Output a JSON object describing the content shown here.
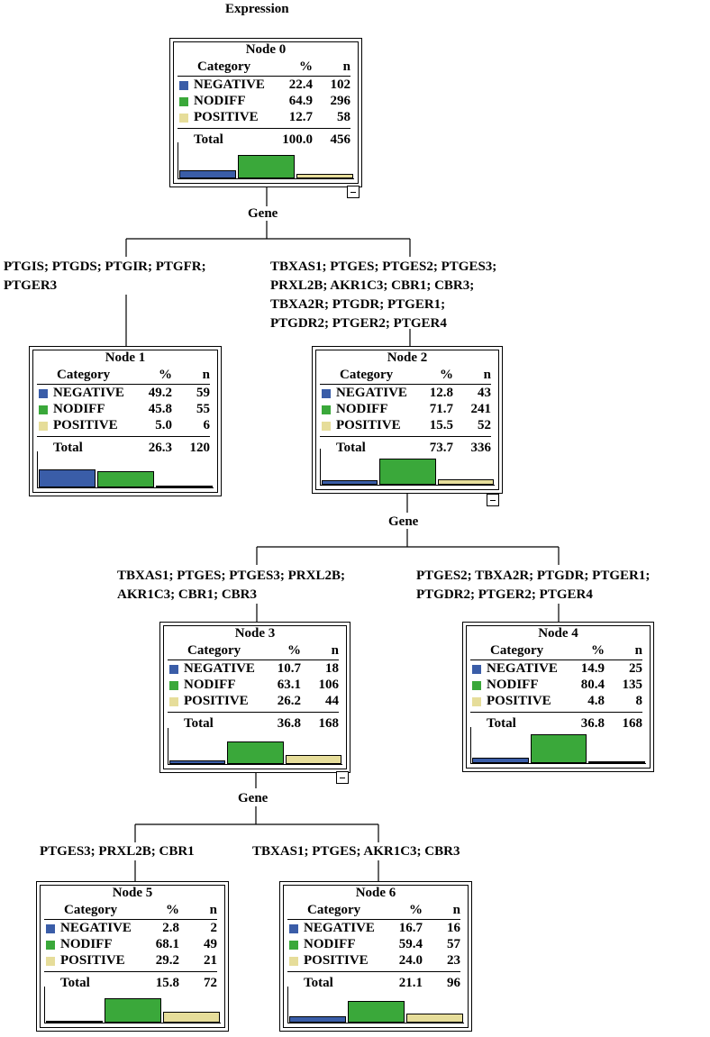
{
  "title": "Expression",
  "split_label": "Gene",
  "colors": {
    "NEGATIVE": "#3a5da8",
    "NODIFF": "#3aa83a",
    "POSITIVE": "#e6dd9a"
  },
  "header": {
    "category": "Category",
    "pct": "%",
    "n": "n"
  },
  "nodes": {
    "n0": {
      "title": "Node 0",
      "rows": [
        {
          "cat": "NEGATIVE",
          "pct": "22.4",
          "n": "102"
        },
        {
          "cat": "NODIFF",
          "pct": "64.9",
          "n": "296"
        },
        {
          "cat": "POSITIVE",
          "pct": "12.7",
          "n": "58"
        }
      ],
      "total": {
        "label": "Total",
        "pct": "100.0",
        "n": "456"
      }
    },
    "n1": {
      "title": "Node 1",
      "rows": [
        {
          "cat": "NEGATIVE",
          "pct": "49.2",
          "n": "59"
        },
        {
          "cat": "NODIFF",
          "pct": "45.8",
          "n": "55"
        },
        {
          "cat": "POSITIVE",
          "pct": "5.0",
          "n": "6"
        }
      ],
      "total": {
        "label": "Total",
        "pct": "26.3",
        "n": "120"
      }
    },
    "n2": {
      "title": "Node 2",
      "rows": [
        {
          "cat": "NEGATIVE",
          "pct": "12.8",
          "n": "43"
        },
        {
          "cat": "NODIFF",
          "pct": "71.7",
          "n": "241"
        },
        {
          "cat": "POSITIVE",
          "pct": "15.5",
          "n": "52"
        }
      ],
      "total": {
        "label": "Total",
        "pct": "73.7",
        "n": "336"
      }
    },
    "n3": {
      "title": "Node 3",
      "rows": [
        {
          "cat": "NEGATIVE",
          "pct": "10.7",
          "n": "18"
        },
        {
          "cat": "NODIFF",
          "pct": "63.1",
          "n": "106"
        },
        {
          "cat": "POSITIVE",
          "pct": "26.2",
          "n": "44"
        }
      ],
      "total": {
        "label": "Total",
        "pct": "36.8",
        "n": "168"
      }
    },
    "n4": {
      "title": "Node 4",
      "rows": [
        {
          "cat": "NEGATIVE",
          "pct": "14.9",
          "n": "25"
        },
        {
          "cat": "NODIFF",
          "pct": "80.4",
          "n": "135"
        },
        {
          "cat": "POSITIVE",
          "pct": "4.8",
          "n": "8"
        }
      ],
      "total": {
        "label": "Total",
        "pct": "36.8",
        "n": "168"
      }
    },
    "n5": {
      "title": "Node 5",
      "rows": [
        {
          "cat": "NEGATIVE",
          "pct": "2.8",
          "n": "2"
        },
        {
          "cat": "NODIFF",
          "pct": "68.1",
          "n": "49"
        },
        {
          "cat": "POSITIVE",
          "pct": "29.2",
          "n": "21"
        }
      ],
      "total": {
        "label": "Total",
        "pct": "15.8",
        "n": "72"
      }
    },
    "n6": {
      "title": "Node 6",
      "rows": [
        {
          "cat": "NEGATIVE",
          "pct": "16.7",
          "n": "16"
        },
        {
          "cat": "NODIFF",
          "pct": "59.4",
          "n": "57"
        },
        {
          "cat": "POSITIVE",
          "pct": "24.0",
          "n": "23"
        }
      ],
      "total": {
        "label": "Total",
        "pct": "21.1",
        "n": "96"
      }
    }
  },
  "splits": {
    "s1": [
      "PTGIS; PTGDS; PTGIR; PTGFR;",
      "PTGER3"
    ],
    "s2": [
      "TBXAS1; PTGES; PTGES2; PTGES3;",
      "PRXL2B; AKR1C3; CBR1; CBR3;",
      "TBXA2R; PTGDR; PTGER1;",
      "PTGDR2; PTGER2; PTGER4"
    ],
    "s3": [
      "TBXAS1; PTGES; PTGES3; PRXL2B;",
      "AKR1C3; CBR1; CBR3"
    ],
    "s4": [
      "PTGES2; TBXA2R; PTGDR; PTGER1;",
      "PTGDR2; PTGER2; PTGER4"
    ],
    "s5": [
      "PTGES3; PRXL2B; CBR1"
    ],
    "s6": [
      "TBXAS1; PTGES; AKR1C3; CBR3"
    ]
  }
}
